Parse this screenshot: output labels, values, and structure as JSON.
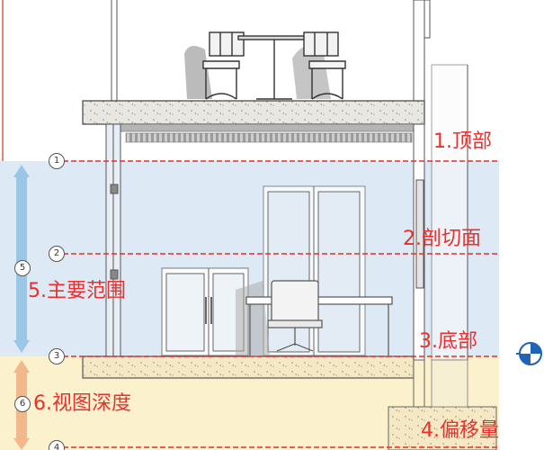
{
  "labels": {
    "top": "1.顶部",
    "cut_plane": "2.剖切面",
    "bottom": "3.底部",
    "offset": "4.偏移量",
    "primary_range": "5.主要范围",
    "view_depth": "6.视图深度"
  },
  "markers": {
    "m1": "1",
    "m2": "2",
    "m3": "3",
    "m4": "4",
    "m5": "5",
    "m6": "6"
  },
  "colors": {
    "level_line": "#e0312f",
    "label_text": "#e8312f",
    "primary_range_fill": "#dde9f5",
    "view_depth_fill": "#fbf1cc",
    "range_arrow_blue": "#9cc6e6",
    "range_arrow_orange": "#f2b78a"
  },
  "icons": {
    "section_marker": "quadrant-circle-icon"
  }
}
